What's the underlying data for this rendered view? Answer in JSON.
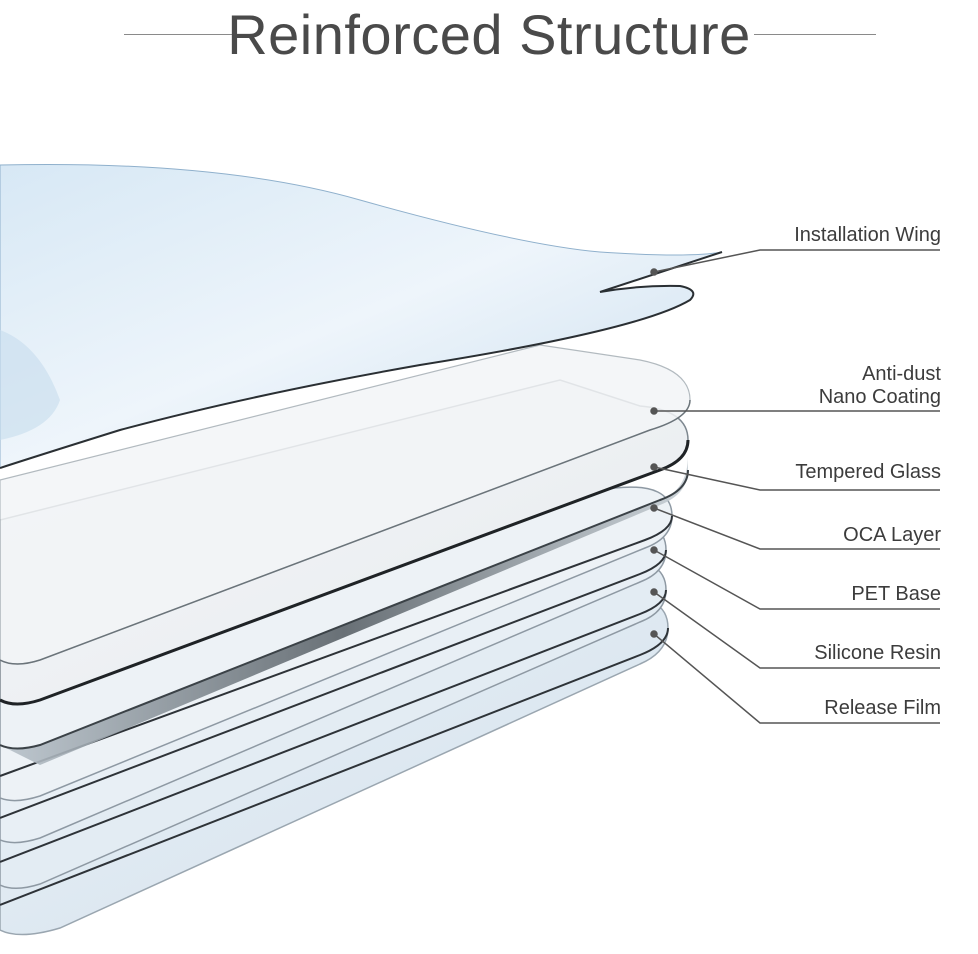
{
  "title": "Reinforced Structure",
  "layers": [
    {
      "id": "installation-wing",
      "lines": [
        "Installation Wing"
      ]
    },
    {
      "id": "anti-dust-nano-coating",
      "lines": [
        "Anti-dust",
        "Nano Coating"
      ]
    },
    {
      "id": "tempered-glass",
      "lines": [
        "Tempered Glass"
      ]
    },
    {
      "id": "oca-layer",
      "lines": [
        "OCA Layer"
      ]
    },
    {
      "id": "pet-base",
      "lines": [
        "PET Base"
      ]
    },
    {
      "id": "silicone-resin",
      "lines": [
        "Silicone Resin"
      ]
    },
    {
      "id": "release-film",
      "lines": [
        "Release Film"
      ]
    }
  ],
  "colors": {
    "text": "#3c3c3c",
    "title": "#4a4a4a",
    "leader": "#555555",
    "film_blue": "#cfe0ef",
    "glass_edge": "#2a2a2a"
  }
}
